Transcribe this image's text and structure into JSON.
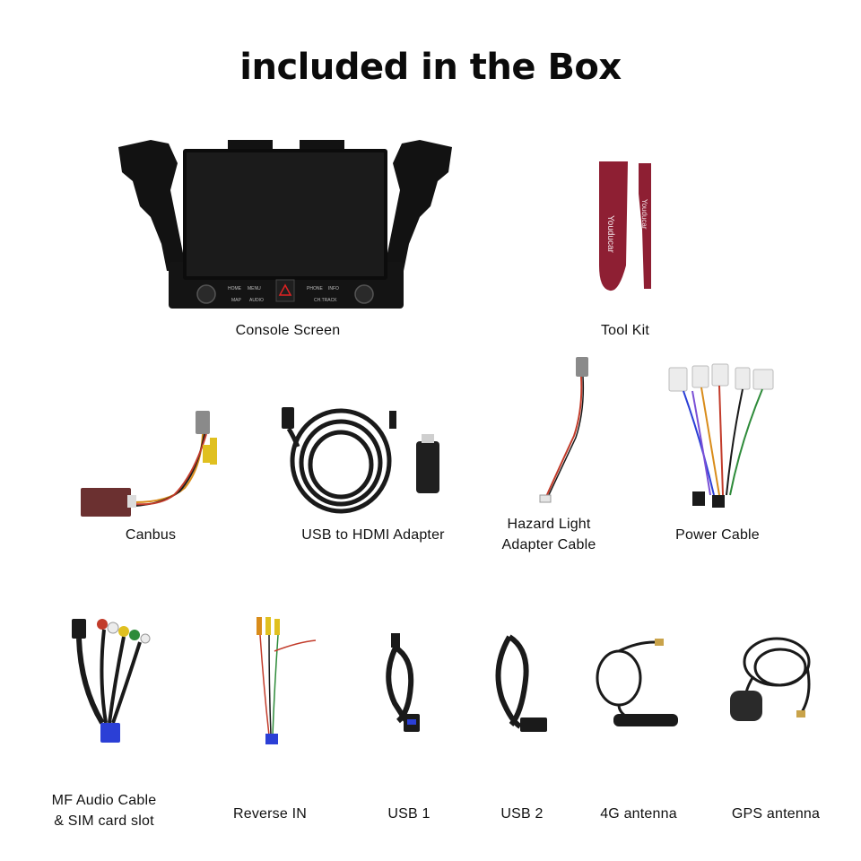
{
  "title": "included in the Box",
  "items": [
    {
      "label": "Console Screen",
      "icon": "console-screen-icon",
      "screen_buttons": {
        "home": "HOME",
        "menu": "MENU",
        "map": "MAP",
        "audio": "AUDIO",
        "phone": "PHONE",
        "info": "INFO",
        "ch_track": "CH.TRACK"
      }
    },
    {
      "label": "Tool Kit",
      "icon": "tool-kit-icon",
      "brand_text": "Youducar"
    },
    {
      "label": "Canbus",
      "icon": "canbus-icon"
    },
    {
      "label": "USB to HDMI Adapter",
      "icon": "usb-hdmi-adapter-icon"
    },
    {
      "label_line1": "Hazard Light",
      "label_line2": "Adapter Cable",
      "icon": "hazard-light-cable-icon"
    },
    {
      "label": "Power Cable",
      "icon": "power-cable-icon"
    },
    {
      "label_line1": "MF Audio Cable",
      "label_line2": "& SIM card slot",
      "icon": "mf-audio-cable-icon"
    },
    {
      "label": "Reverse IN",
      "icon": "reverse-in-cable-icon"
    },
    {
      "label": "USB 1",
      "icon": "usb-cable-icon"
    },
    {
      "label": "USB 2",
      "icon": "usb-cable-icon"
    },
    {
      "label": "4G antenna",
      "icon": "4g-antenna-icon"
    },
    {
      "label": "GPS antenna",
      "icon": "gps-antenna-icon"
    }
  ],
  "colors": {
    "tool_red": "#8e1f33",
    "cable_black": "#1a1a1a",
    "connector_blue": "#2b3fd6"
  }
}
